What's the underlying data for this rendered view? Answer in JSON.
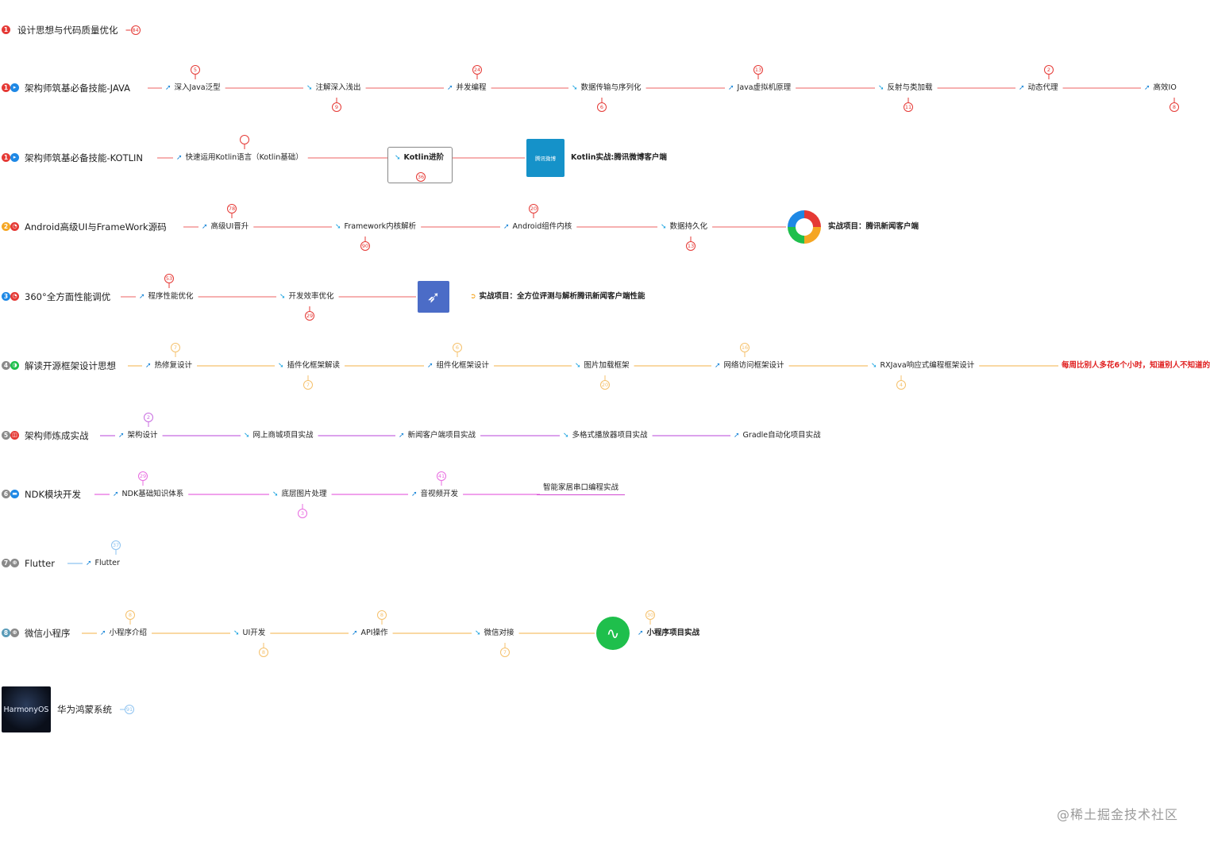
{
  "colors": {
    "red": "#e53935",
    "blue": "#1e88e5",
    "orange": "#f5a623",
    "purple": "#a845d6",
    "magenta": "#d24ad2",
    "lightblue": "#8ec3f0",
    "gray": "#8a8a8a",
    "wechat_green": "#1fbf4c"
  },
  "rows": [
    {
      "marker": {
        "num": "1",
        "num_color": "#e53935",
        "glyph": "",
        "glyph_color": ""
      },
      "title": "设计思想与代码质量优化",
      "title_badge": "84",
      "line_color": "#e53935",
      "nodes": []
    },
    {
      "marker": {
        "num": "1",
        "num_color": "#e53935",
        "glyph": "▸",
        "glyph_color": "#1e88e5"
      },
      "title": "架构师筑基必备技能-JAVA",
      "line_color": "#f08080",
      "nodes": [
        {
          "label": "深入Java泛型",
          "arrow": "ne",
          "badge_above": "5"
        },
        {
          "label": "注解深入浅出",
          "arrow": "se",
          "badge_below": "9"
        },
        {
          "label": "并发编程",
          "arrow": "ne",
          "badge_above": "24"
        },
        {
          "label": "数据传输与序列化",
          "arrow": "se",
          "badge_below": "6"
        },
        {
          "label": "Java虚拟机原理",
          "arrow": "ne",
          "badge_above": "13"
        },
        {
          "label": "反射与类加载",
          "arrow": "se",
          "badge_below": "11"
        },
        {
          "label": "动态代理",
          "arrow": "ne",
          "badge_above": "2"
        },
        {
          "label": "高效IO",
          "arrow": "ne",
          "badge_below": "8"
        }
      ]
    },
    {
      "marker": {
        "num": "1",
        "num_color": "#e53935",
        "glyph": "▸",
        "glyph_color": "#1e88e5"
      },
      "title": "架构师筑基必备技能-KOTLIN",
      "line_color": "#f08080",
      "nodes": [
        {
          "label": "快速运用Kotlin语言（Kotlin基础）",
          "arrow": "ne",
          "badge_above": ""
        },
        {
          "label": "Kotlin进阶",
          "arrow": "se",
          "badge_below": "36",
          "boxed": true
        },
        {
          "label": "Kotlin实战:腾讯微博客户端",
          "image": "weibo"
        }
      ]
    },
    {
      "marker": {
        "num": "2",
        "num_color": "#f5a623",
        "glyph": "◔",
        "glyph_color": "#e53935"
      },
      "title": "Android高级UI与FrameWork源码",
      "line_color": "#f08080",
      "nodes": [
        {
          "label": "高级UI晋升",
          "arrow": "ne",
          "badge_above": "78"
        },
        {
          "label": "Framework内核解析",
          "arrow": "se",
          "badge_below": "90"
        },
        {
          "label": "Android组件内核",
          "arrow": "ne",
          "badge_above": "20"
        },
        {
          "label": "数据持久化",
          "arrow": "se",
          "badge_below": "13"
        },
        {
          "label": "实战项目：腾讯新闻客户端",
          "image": "news"
        }
      ]
    },
    {
      "marker": {
        "num": "3",
        "num_color": "#1e88e5",
        "glyph": "◔",
        "glyph_color": "#e53935"
      },
      "title": "360°全方面性能调优",
      "line_color": "#f08080",
      "nodes": [
        {
          "label": "程序性能优化",
          "arrow": "ne",
          "badge_above": "53"
        },
        {
          "label": "开发效率优化",
          "arrow": "se",
          "badge_below": "29"
        },
        {
          "label": "实战项目：全方位评测与解析腾讯新闻客户端性能",
          "image": "rocket",
          "arrow": "o"
        }
      ]
    },
    {
      "marker": {
        "num": "4",
        "num_color": "#8a8a8a",
        "glyph": "◑",
        "glyph_color": "#1fbf4c"
      },
      "title": "解读开源框架设计思想",
      "line_color": "#f5c16c",
      "nodes": [
        {
          "label": "热修复设计",
          "arrow": "ne",
          "badge_above": "7"
        },
        {
          "label": "插件化框架解读",
          "arrow": "se",
          "badge_below": "7"
        },
        {
          "label": "组件化框架设计",
          "arrow": "ne",
          "badge_above": "6"
        },
        {
          "label": "图片加载框架",
          "arrow": "se",
          "badge_below": "20"
        },
        {
          "label": "网络访问框架设计",
          "arrow": "ne",
          "badge_above": "16"
        },
        {
          "label": "RXJava响应式编程框架设计",
          "arrow": "se",
          "badge_below": "4"
        },
        {
          "label": "每周比别人多花6个小时，知道别人不知道的",
          "red": true
        }
      ]
    },
    {
      "marker": {
        "num": "5",
        "num_color": "#8a8a8a",
        "glyph": "◫",
        "glyph_color": "#e53935"
      },
      "title": "架构师炼成实战",
      "line_color": "#c86be0",
      "nodes": [
        {
          "label": "架构设计",
          "arrow": "ne",
          "badge_above": "2"
        },
        {
          "label": "网上商城项目实战",
          "arrow": "se"
        },
        {
          "label": "新闻客户端项目实战",
          "arrow": "ne"
        },
        {
          "label": "多格式播放器项目实战",
          "arrow": "se"
        },
        {
          "label": "Gradle自动化项目实战",
          "arrow": "ne"
        }
      ]
    },
    {
      "marker": {
        "num": "6",
        "num_color": "#8a8a8a",
        "glyph": "▬",
        "glyph_color": "#1e88e5"
      },
      "title": "NDK模块开发",
      "line_color": "#e86be0",
      "nodes": [
        {
          "label": "NDK基础知识体系",
          "arrow": "ne",
          "badge_above": "29"
        },
        {
          "label": "底层图片处理",
          "arrow": "se",
          "badge_below": "3"
        },
        {
          "label": "音视频开发",
          "arrow": "ne",
          "badge_above": "41"
        },
        {
          "label": "智能家居串口编程实战",
          "underline": true
        }
      ]
    },
    {
      "marker": {
        "num": "7",
        "num_color": "#8a8a8a",
        "glyph": "⊕",
        "glyph_color": "#8a8a8a"
      },
      "title": "Flutter",
      "line_color": "#8ec3f0",
      "nodes": [
        {
          "label": "Flutter",
          "arrow": "ne",
          "badge_above": "37"
        }
      ]
    },
    {
      "marker": {
        "num": "8",
        "num_color": "#5a9bb8",
        "glyph": "⊕",
        "glyph_color": "#8a8a8a"
      },
      "title": "微信小程序",
      "line_color": "#f5c16c",
      "nodes": [
        {
          "label": "小程序介绍",
          "arrow": "ne",
          "badge_above": "8"
        },
        {
          "label": "UI开发",
          "arrow": "se",
          "badge_below": "8"
        },
        {
          "label": "API操作",
          "arrow": "ne",
          "badge_above": "8"
        },
        {
          "label": "微信对接",
          "arrow": "se",
          "badge_below": "7"
        },
        {
          "label": "小程序项目实战",
          "image": "miniprogram",
          "arrow": "ne",
          "badge_above": "30"
        }
      ]
    },
    {
      "marker": {
        "num": "",
        "num_color": "",
        "glyph": "",
        "glyph_color": ""
      },
      "title": "华为鸿蒙系统",
      "title_badge": "91",
      "line_color": "#8ec3f0",
      "image": "harmony",
      "nodes": []
    }
  ],
  "image_text": {
    "weibo": "腾讯微博",
    "harmony": "HarmonyOS"
  },
  "watermark": "@稀土掘金技术社区"
}
